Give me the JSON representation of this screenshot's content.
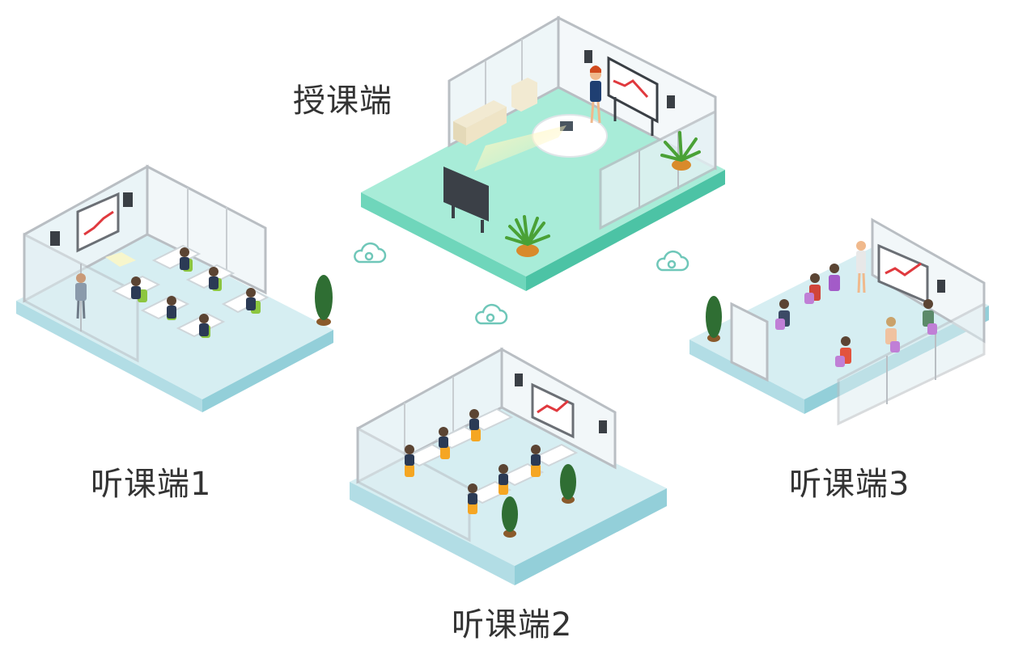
{
  "labels": {
    "teaching": "授课端",
    "listen1": "听课端1",
    "listen2": "听课端2",
    "listen3": "听课端3"
  },
  "colors": {
    "floor_teach_top": "#a8ecd8",
    "floor_teach_side": "#5fcfb2",
    "floor_listen_top": "#d6eef2",
    "floor_listen_side": "#9fd3dc",
    "glass": "#e9f3f6",
    "frame": "#b9bec3",
    "cloud": "#6fc7b9",
    "plant": "#3d7a3a",
    "chair": "#8cc63f",
    "text": "#333333"
  },
  "icons": [
    "cloud-icon",
    "cloud-icon",
    "cloud-icon"
  ]
}
